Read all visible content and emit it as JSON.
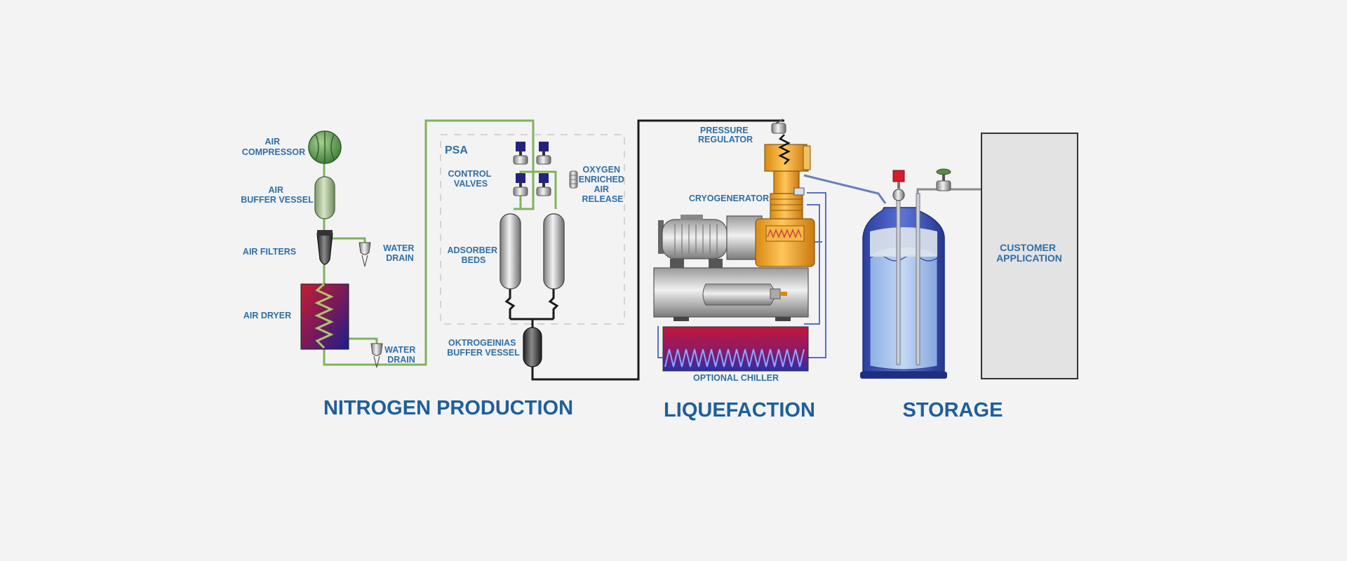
{
  "labels": {
    "air_compressor": [
      "AIR",
      "COMPRESSOR"
    ],
    "air_buffer_vessel": [
      "AIR",
      "BUFFER VESSEL"
    ],
    "air_filters": "AIR FILTERS",
    "water_drain_1": [
      "WATER",
      "DRAIN"
    ],
    "air_dryer": "AIR DRYER",
    "water_drain_2": [
      "WATER",
      "DRAIN"
    ],
    "psa": "PSA",
    "control_valves": [
      "CONTROL",
      "VALVES"
    ],
    "oxygen_release": [
      "OXYGEN",
      "ENRICHED",
      "AIR",
      "RELEASE"
    ],
    "adsorber_beds": [
      "ADSORBER",
      "BEDS"
    ],
    "nitrogen_buffer_vessel": [
      "OKTROGEINIAS",
      "BUFFER VESSEL"
    ],
    "pressure_regulator": [
      "PRESSURE",
      "REGULATOR"
    ],
    "cryogenerator": "CRYOGENERATOR",
    "optional_chiller": "OPTIONAL CHILLER",
    "customer_application": [
      "CUSTOMER",
      "APPLICATION"
    ]
  },
  "sections": {
    "nitrogen_production": "NITROGEN PRODUCTION",
    "liquefaction": "LIQUEFACTION",
    "storage": "STORAGE"
  },
  "colors": {
    "label_blue": "#2e6fa7",
    "pipe_green": "#7fb35f",
    "pipe_black": "#1a1a1a",
    "pipe_blue": "#5670c8",
    "cryo_orange": "#f2a72a",
    "dewar_blue": "#3a52b8",
    "liquid_blue": "#a9c6ef",
    "dryer_red": "#c21f32",
    "dryer_navy": "#1a1f8c"
  }
}
